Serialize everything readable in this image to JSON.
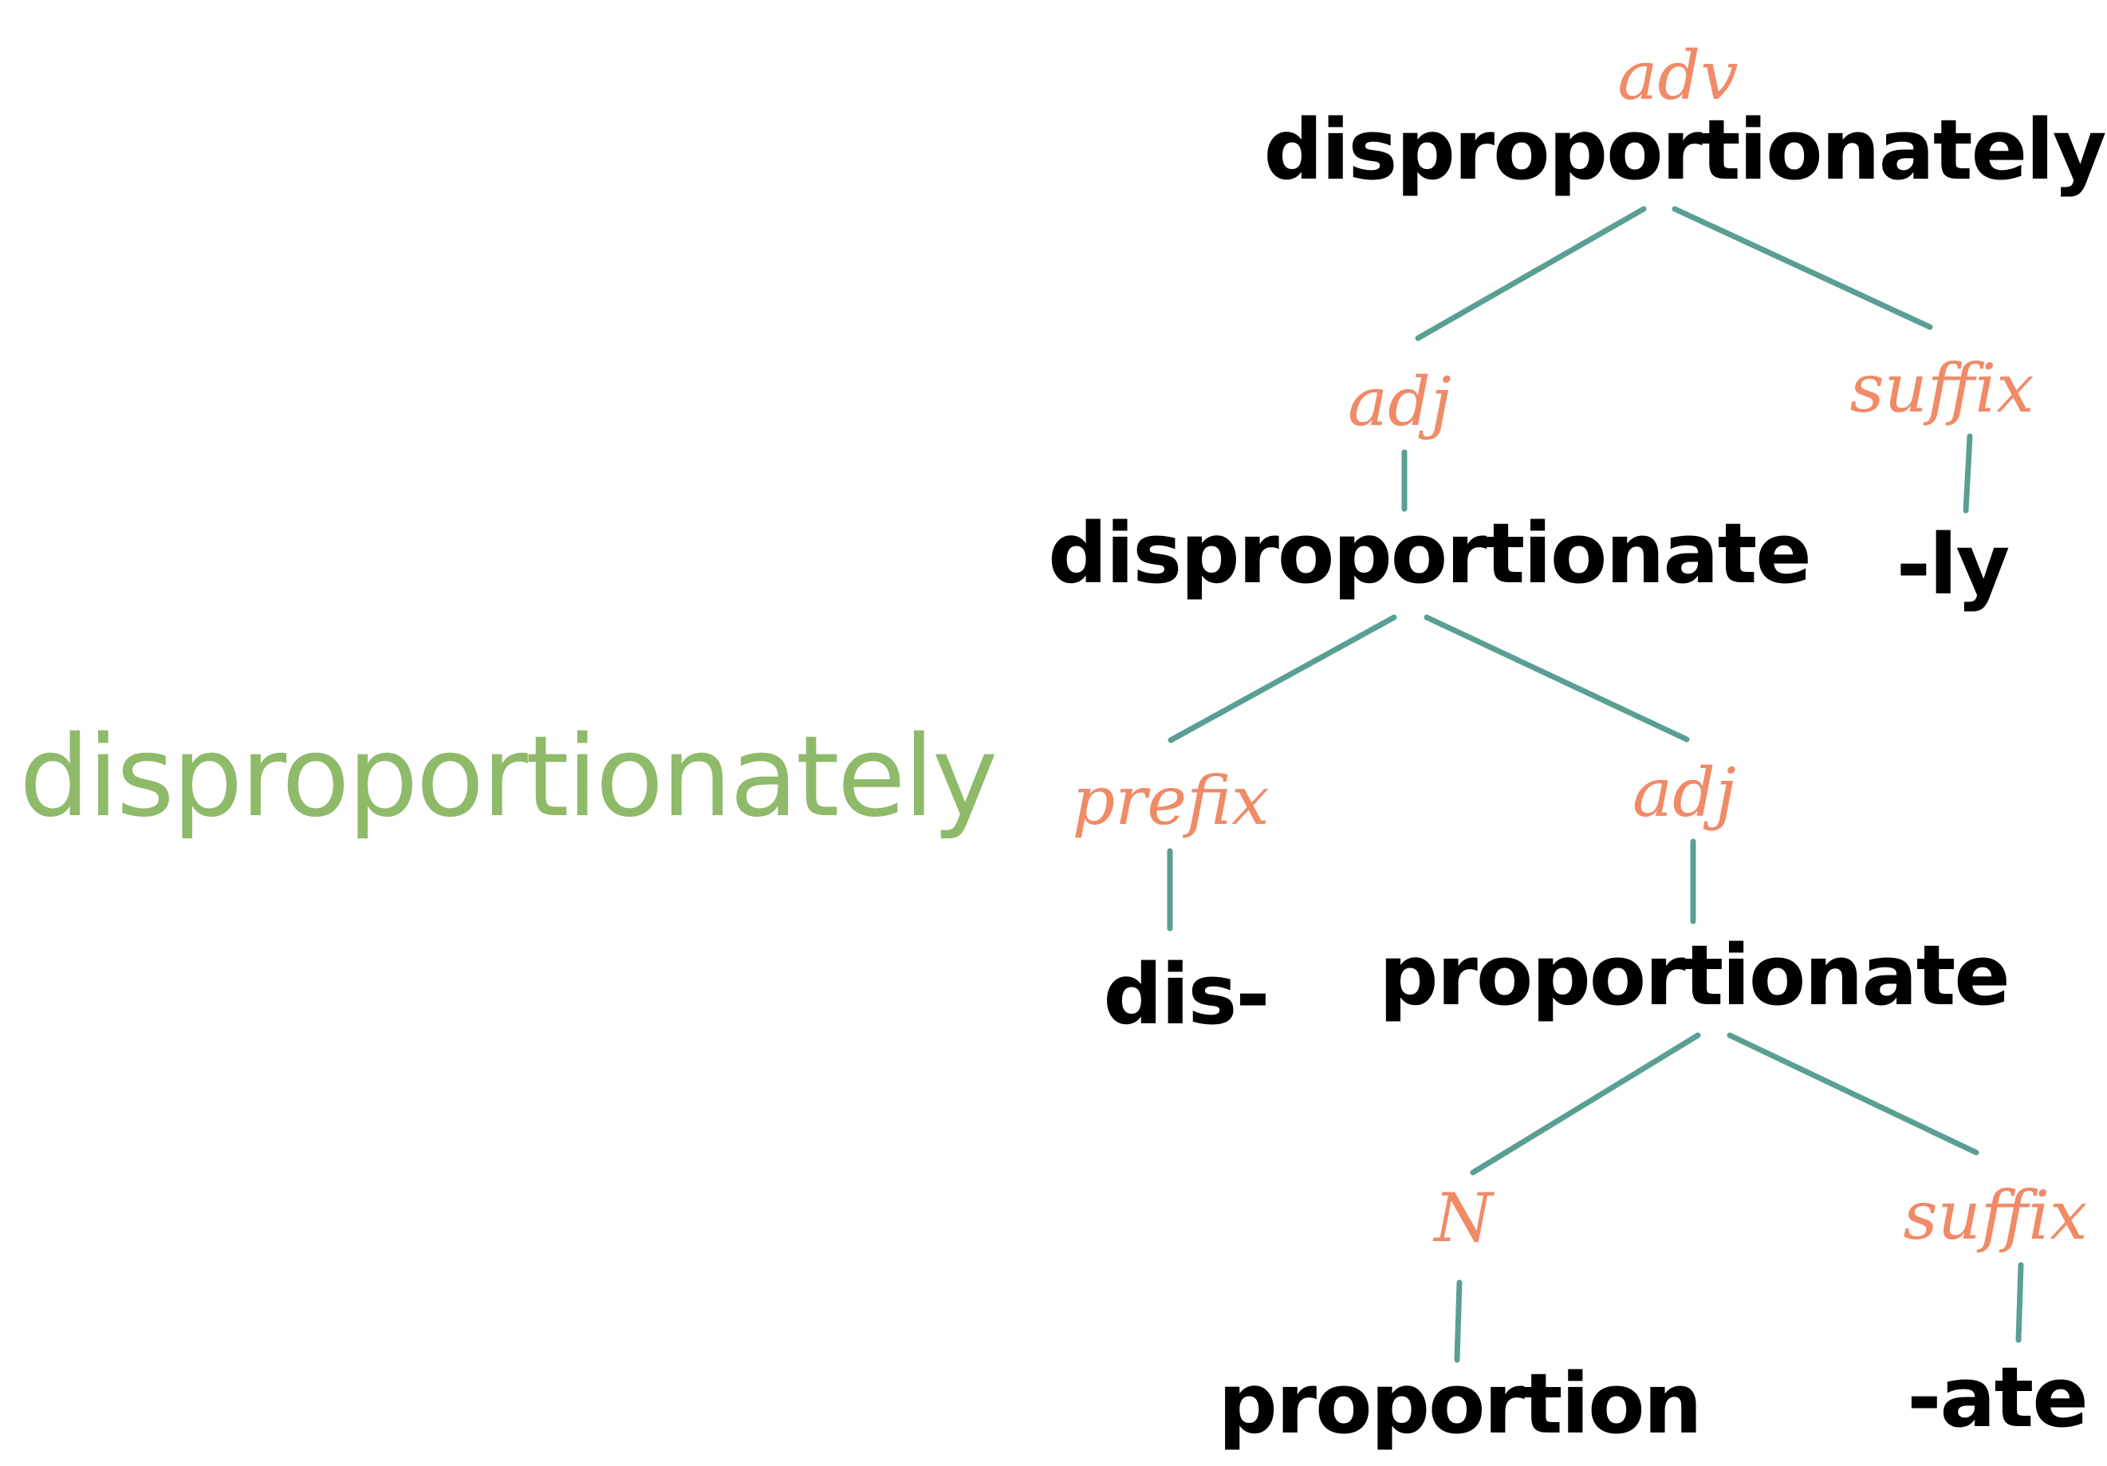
{
  "colors": {
    "headword": "#8fba6a",
    "category": "#f08a67",
    "morph": "#000000",
    "edge": "#5a9f93"
  },
  "headword": "disproportionately",
  "tree": {
    "root": {
      "category": "adv",
      "morph": "disproportionately"
    },
    "branch_left": {
      "category": "adj",
      "morph": "disproportionate"
    },
    "branch_right": {
      "category": "suffix",
      "morph": "-ly"
    },
    "prefix_node": {
      "category": "prefix",
      "morph": "dis-"
    },
    "stem_node": {
      "category": "adj",
      "morph": "proportionate"
    },
    "noun_node": {
      "category": "N",
      "morph": "proportion"
    },
    "ate_node": {
      "category": "suffix",
      "morph": "-ate"
    }
  }
}
